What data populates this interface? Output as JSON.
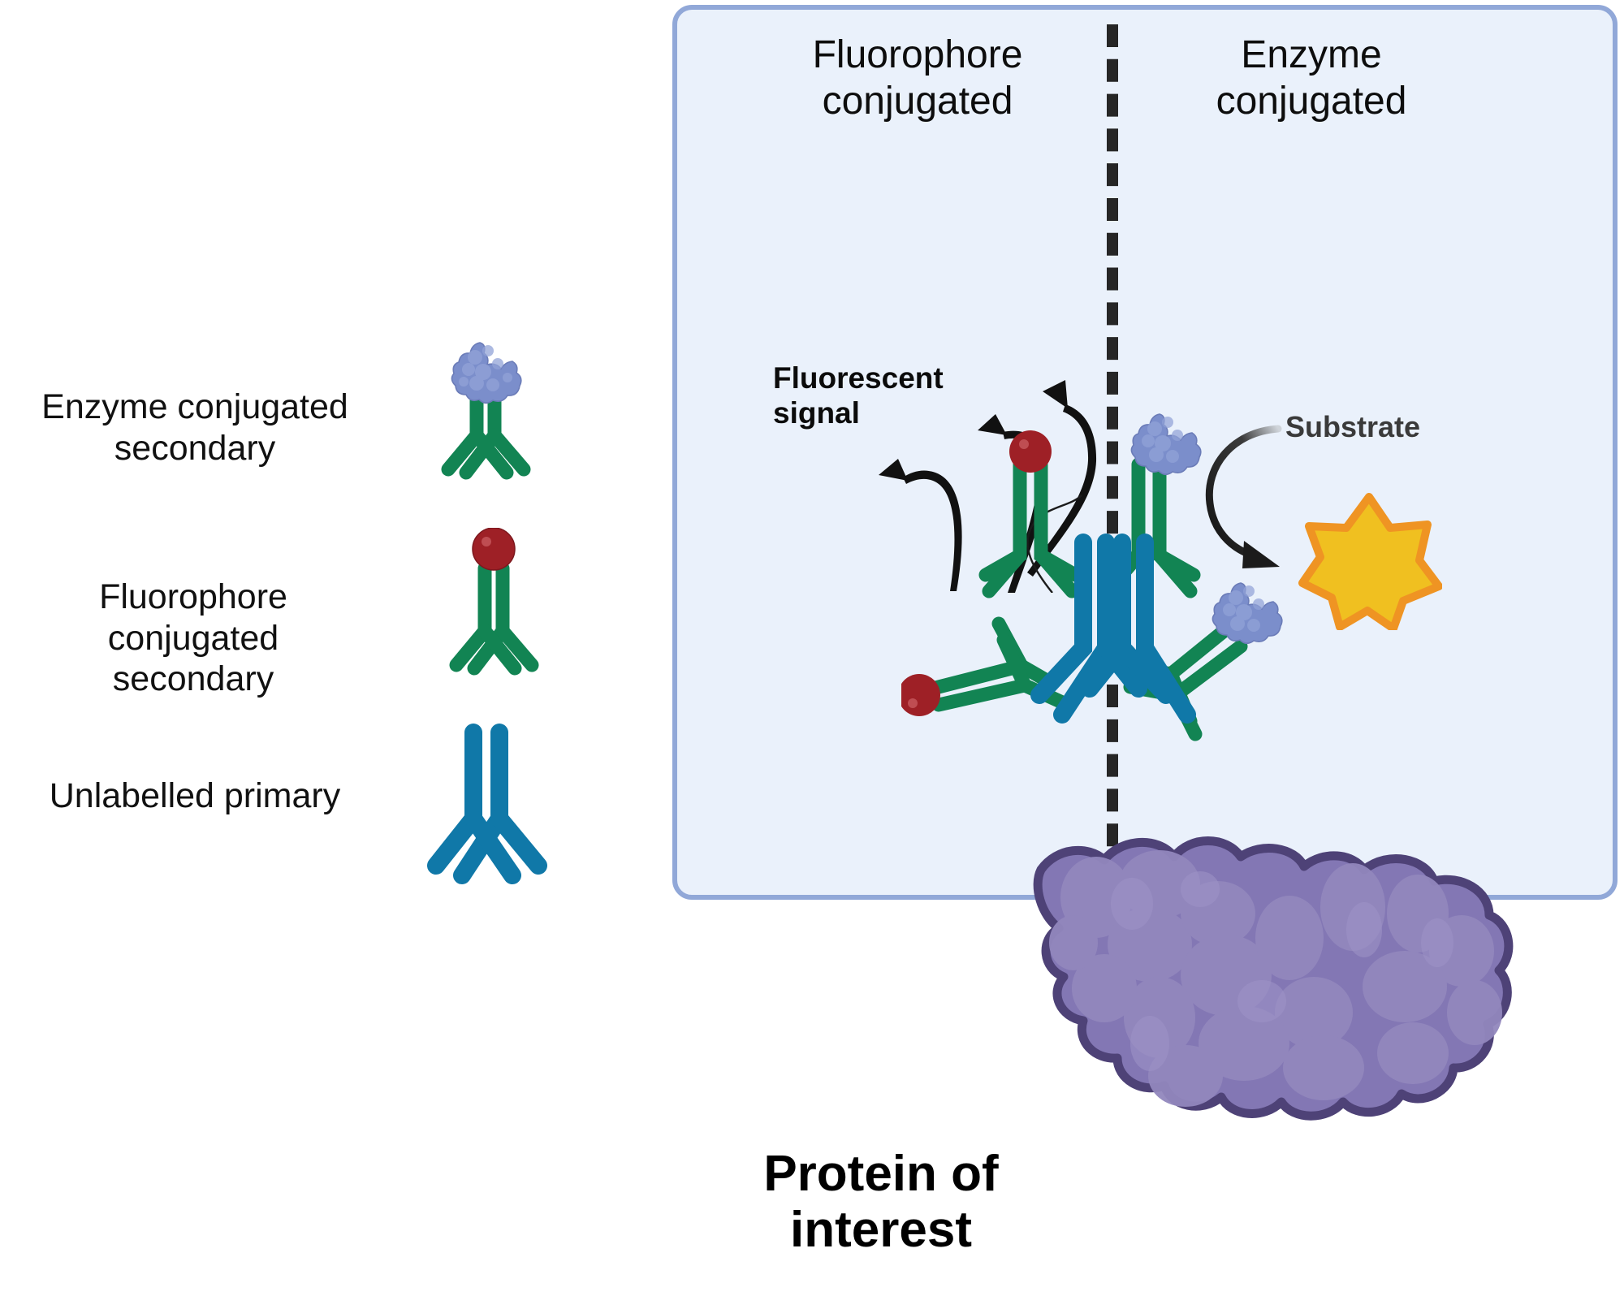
{
  "legend": {
    "items": [
      {
        "label": "Enzyme conjugated\nsecondary",
        "icon": "enzyme-conjugated-antibody-icon",
        "antibody_color": "#128453",
        "tag_color": "#7b8ecb"
      },
      {
        "label": "Fluorophore conjugated\nsecondary",
        "icon": "fluorophore-conjugated-antibody-icon",
        "antibody_color": "#128453",
        "tag_color": "#9e2026"
      },
      {
        "label": "Unlabelled primary",
        "icon": "unlabelled-primary-antibody-icon",
        "antibody_color": "#1078a8",
        "tag_color": ""
      }
    ]
  },
  "panel": {
    "left_title": "Fluorophore\nconjugated",
    "right_title": "Enzyme\nconjugated",
    "background": "#eaf1fb",
    "border": "#91a8d8",
    "divider_style": "dashed-vertical"
  },
  "annotations": {
    "fluorescent_signal": "Fluorescent\nsignal",
    "substrate": "Substrate",
    "protein_of_interest": "Protein of\ninterest"
  },
  "colors": {
    "primary_antibody": "#1078a8",
    "secondary_antibody": "#128453",
    "fluorophore": "#9e2026",
    "enzyme": "#7b8ecb",
    "substrate_product_fill": "#f0c020",
    "substrate_product_stroke": "#ef9423",
    "protein_fill": "#8377b4",
    "protein_stroke": "#4e4277",
    "arrow": "#111111",
    "substrate_arrow": "#1b1b1b"
  },
  "shapes": {
    "substrate_product": "7-point-star",
    "protein_of_interest": "lumpy-blob",
    "enzyme_tag": "crescent-blob",
    "fluorophore_tag": "sphere"
  }
}
